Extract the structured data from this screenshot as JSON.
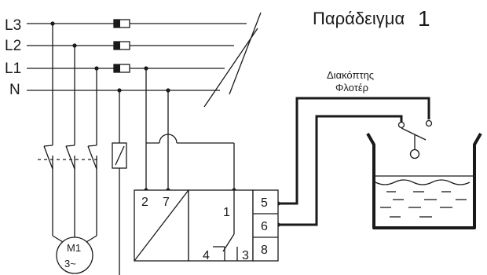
{
  "title": "Παράδειγμα",
  "title_number": "1",
  "lines": {
    "l3": "L3",
    "l2": "L2",
    "l1": "L1",
    "n": "N"
  },
  "switch_label": {
    "line1": "Διακόπτης",
    "line2": "Φλοτέρ"
  },
  "motor": {
    "name": "M1",
    "phase": "3~"
  },
  "relay_terminals": {
    "t2": "2",
    "t7": "7",
    "t1": "1",
    "t4": "4",
    "t3": "3"
  },
  "terminal_block": {
    "t5": "5",
    "t6": "6",
    "t8": "8"
  }
}
